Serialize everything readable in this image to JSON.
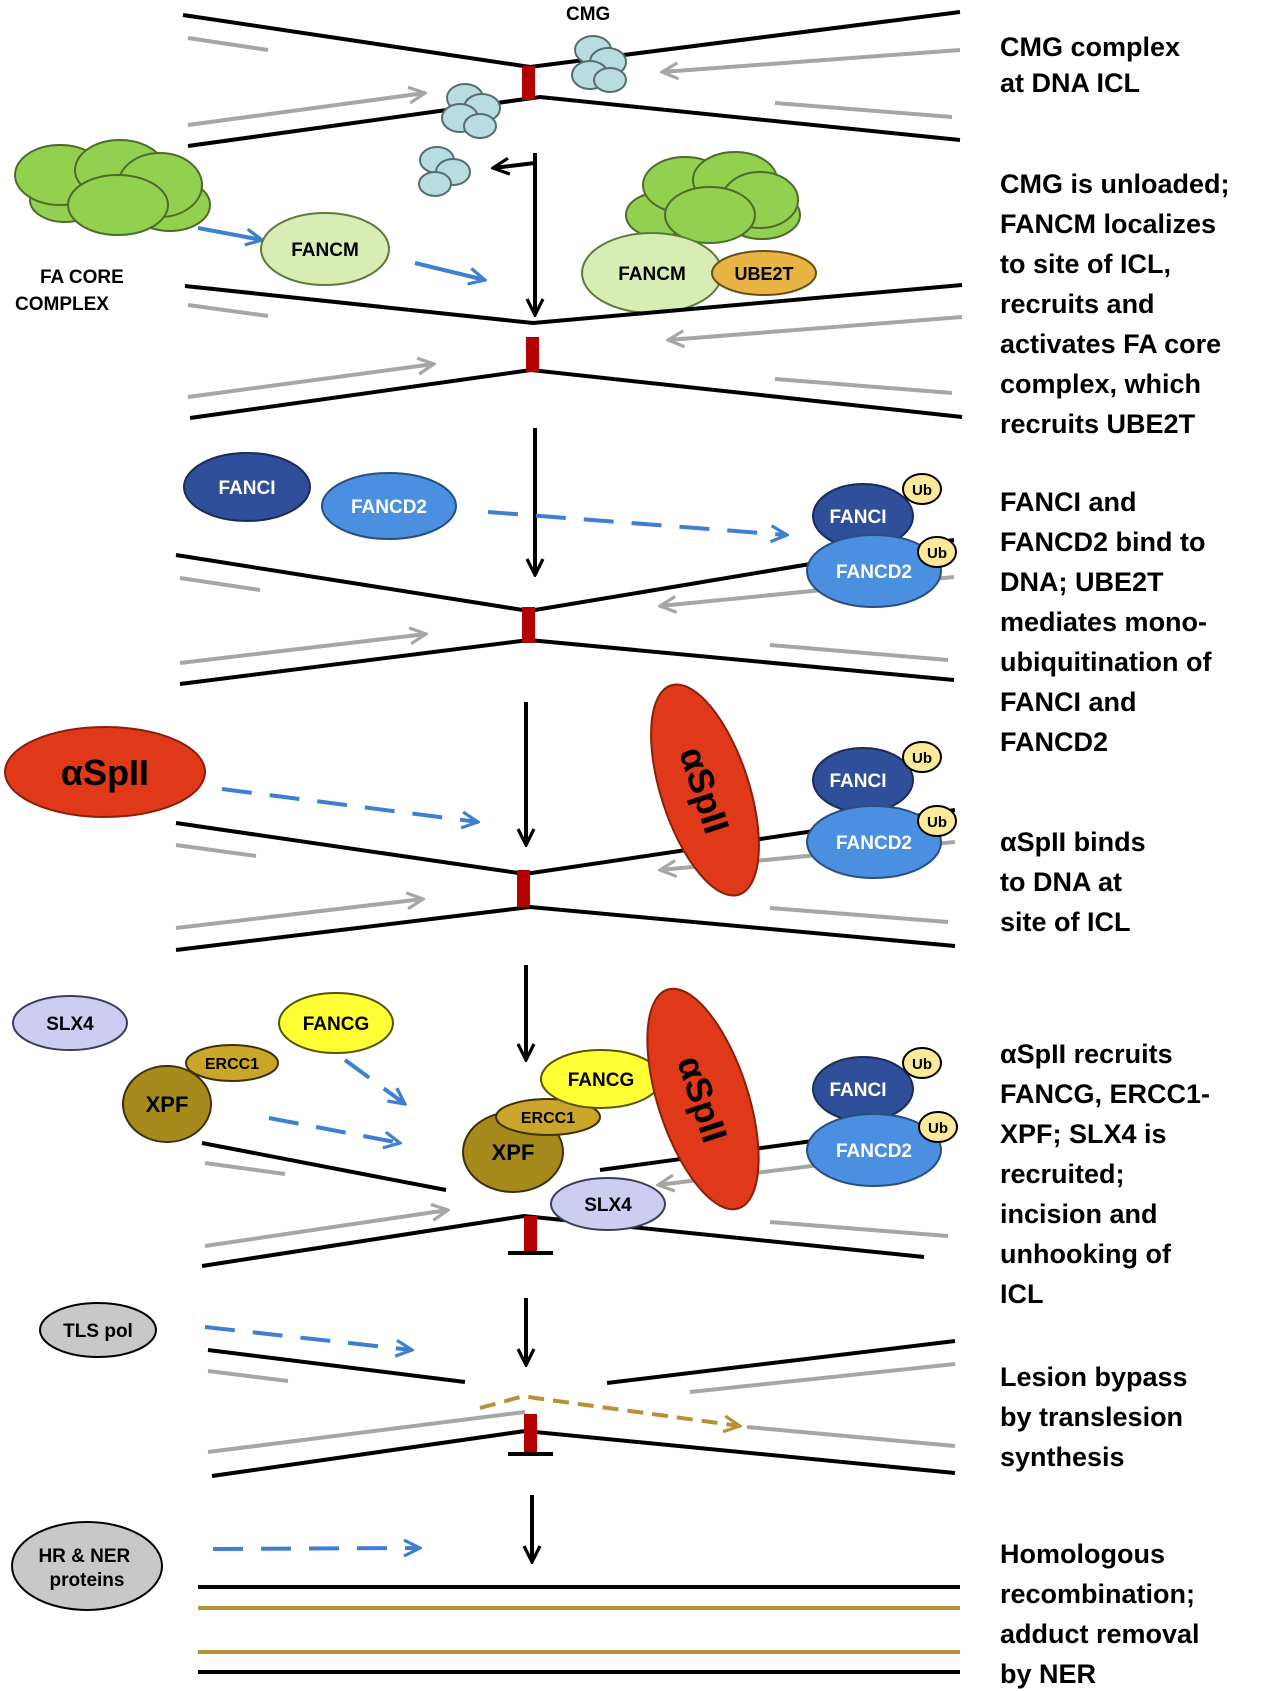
{
  "colors": {
    "dna": "#000000",
    "nascent_strand": "#a6a6a6",
    "icl": "#b30000",
    "recruit_arrow": "#3d7fd0",
    "tls_strand": "#b8903a",
    "cmg": "#b7dde0",
    "fa_core": "#92d050",
    "fancm": "#d8edb4",
    "ube2t": "#e8b545",
    "fanci": "#2f4f9a",
    "fancd2": "#4a8fe0",
    "ub": "#fde99a",
    "spII": "#e0391a",
    "slx4": "#cccdf0",
    "xpf": "#a68a1c",
    "ercc1": "#c9a52a",
    "fancg": "#ffff33",
    "tls_pol": "#c8c8c8",
    "hr_ner": "#c8c8c8"
  },
  "steps": [
    {
      "caption": [
        "CMG complex",
        "at DNA ICL"
      ]
    },
    {
      "caption": [
        "CMG is unloaded;",
        "FANCM localizes",
        "to site of ICL,",
        "recruits and",
        "activates FA core",
        "complex, which",
        "recruits UBE2T"
      ]
    },
    {
      "caption": [
        "FANCI and",
        "FANCD2 bind to",
        "DNA; UBE2T",
        "mediates mono-",
        "ubiquitination of",
        "FANCI and",
        "FANCD2"
      ]
    },
    {
      "caption": [
        "αSpII binds",
        "to DNA at",
        "site of ICL"
      ]
    },
    {
      "caption": [
        "αSpII recruits",
        "FANCG, ERCC1-",
        "XPF; SLX4 is",
        "recruited;",
        "incision and",
        "unhooking of",
        "ICL"
      ]
    },
    {
      "caption": [
        "Lesion bypass",
        "by translesion",
        "synthesis"
      ]
    },
    {
      "caption": [
        "Homologous",
        "recombination;",
        "adduct removal",
        "by NER"
      ]
    }
  ],
  "labels": {
    "cmg": "CMG",
    "fa_core": [
      "FA CORE",
      "COMPLEX"
    ],
    "fancm": "FANCM",
    "ube2t": "UBE2T",
    "fanci": "FANCI",
    "fancd2": "FANCD2",
    "ub": "Ub",
    "spII": "αSpII",
    "slx4": "SLX4",
    "fancg": "FANCG",
    "ercc1": "ERCC1",
    "xpf": "XPF",
    "tls_pol": "TLS pol",
    "hr_ner": [
      "HR & NER",
      "proteins"
    ]
  }
}
